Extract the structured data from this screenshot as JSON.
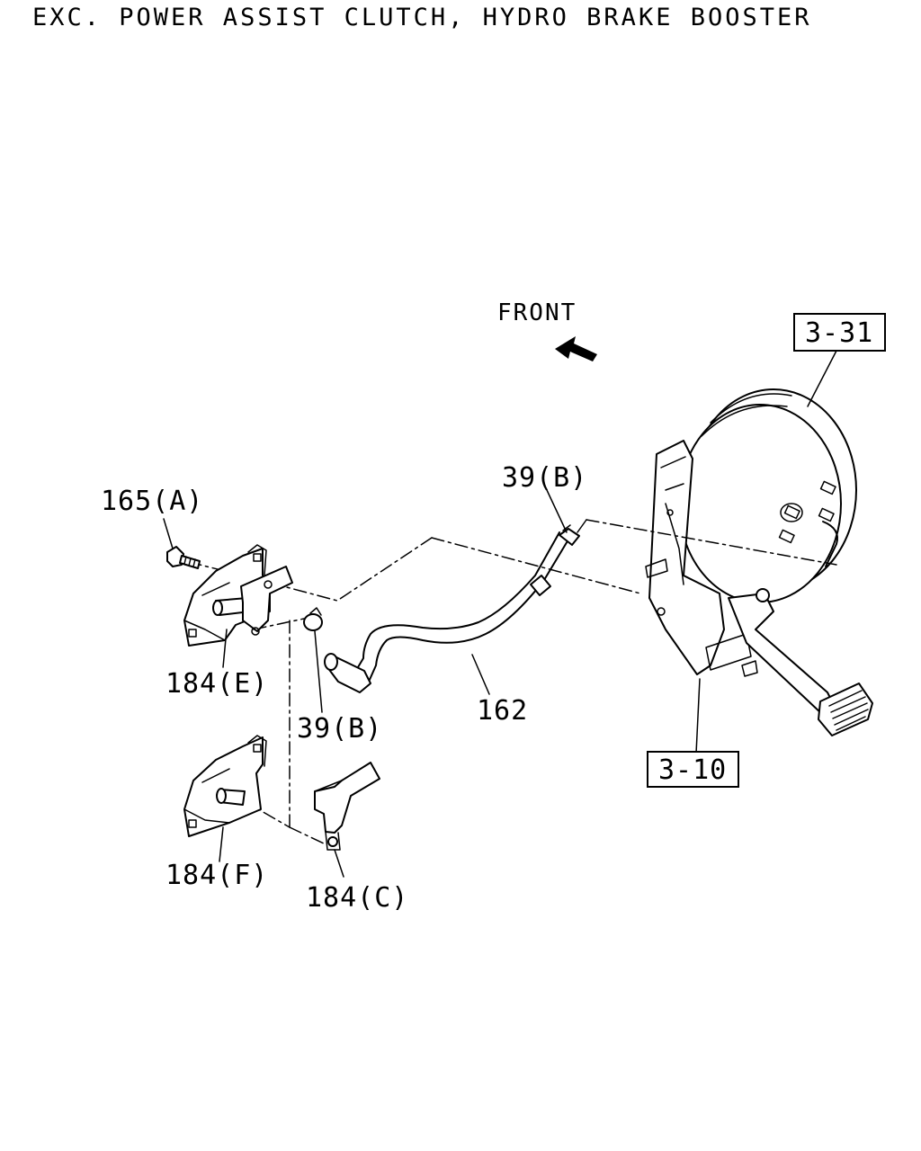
{
  "title": "EXC. POWER ASSIST CLUTCH, HYDRO BRAKE BOOSTER",
  "direction_label": "FRONT",
  "parts": {
    "p165a": "165(A)",
    "p184e": "184(E)",
    "p39b_lower": "39(B)",
    "p39b_upper": "39(B)",
    "p162": "162",
    "p184f": "184(F)",
    "p184c": "184(C)"
  },
  "refs": {
    "r331": "3-31",
    "r310": "3-10"
  }
}
